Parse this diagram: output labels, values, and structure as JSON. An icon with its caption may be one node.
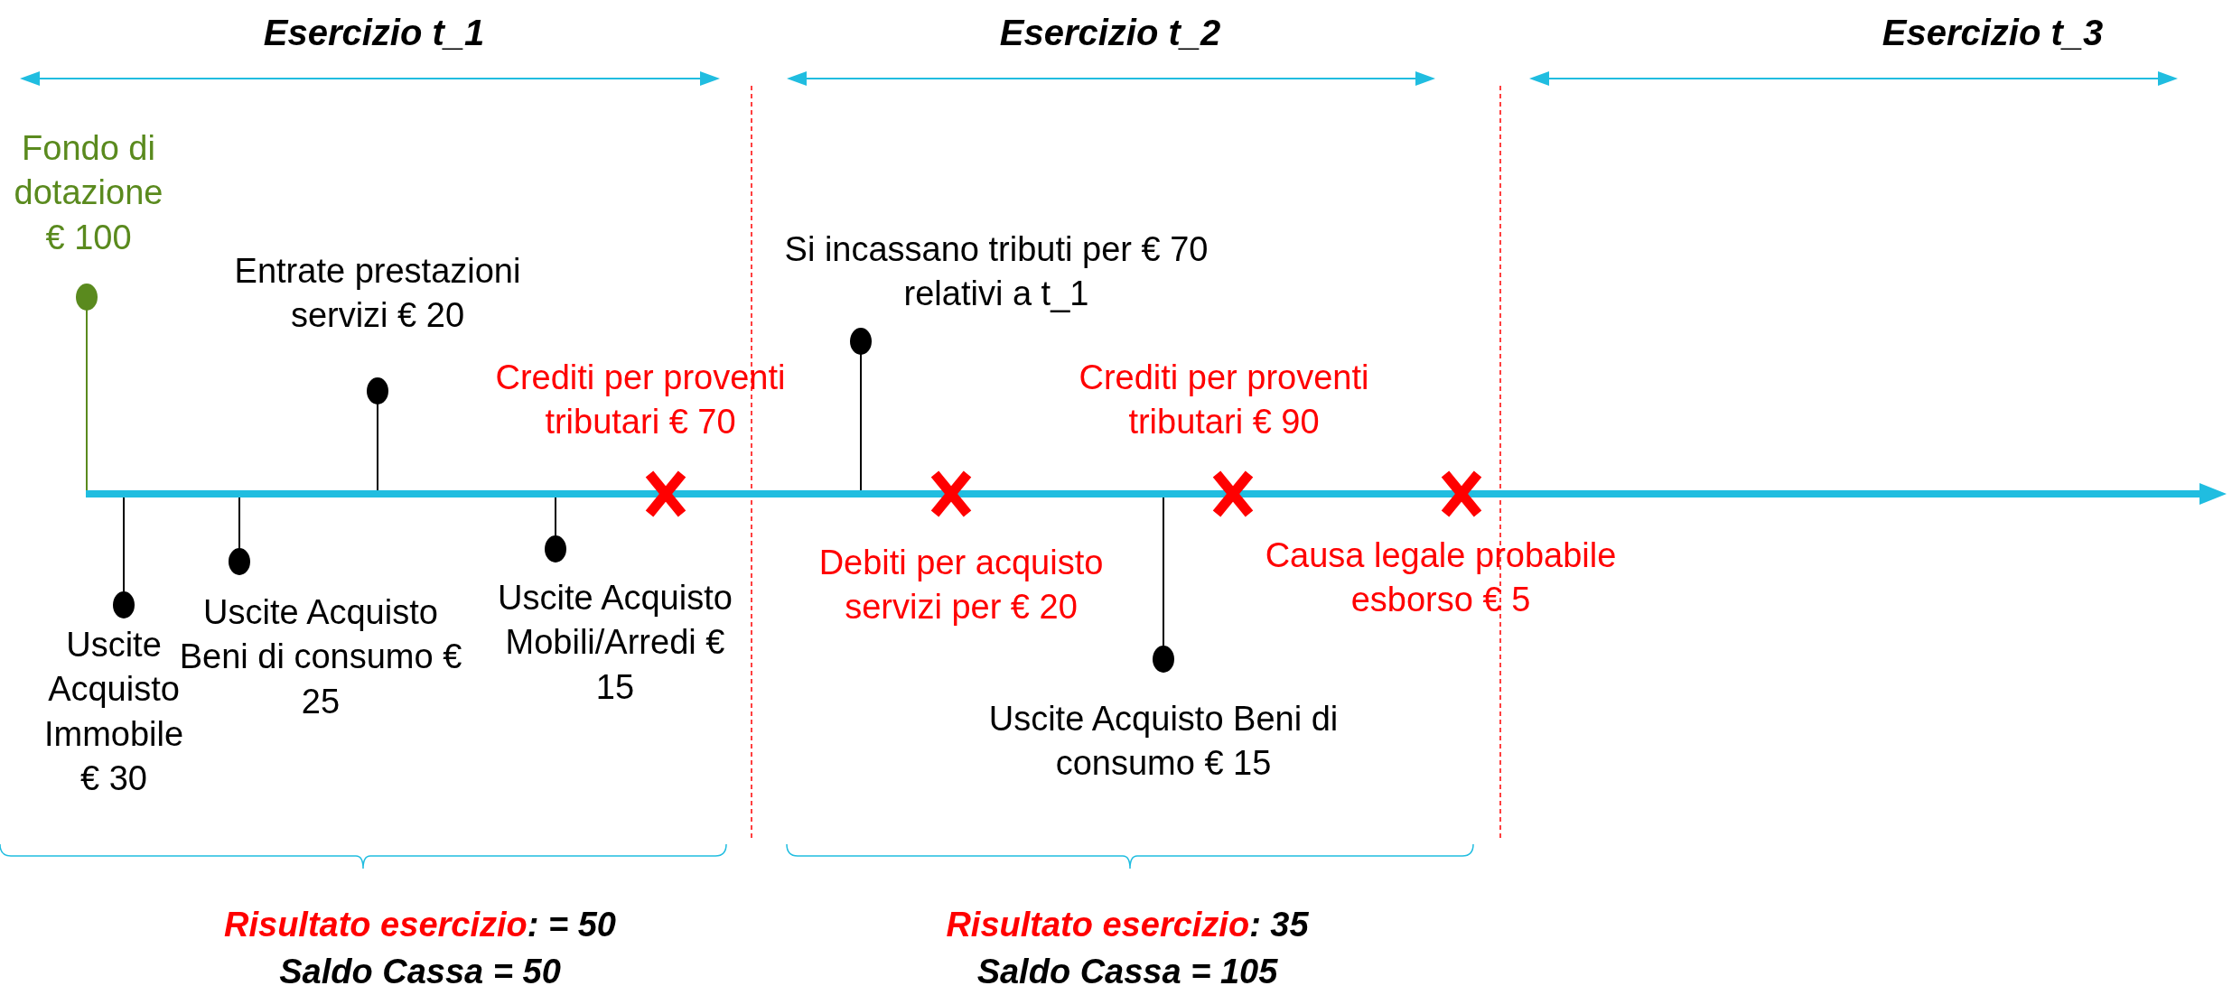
{
  "diagram": {
    "labels": [
      "Esercizio t_1",
      "Esercizio t_2",
      "Esercizio t_3",
      "Fondo di dotazione € 100",
      "Entrate prestazioni servizi € 20",
      "Si incassano tributi per € 70 relativi a t_1",
      "Crediti per proventi tributari € 70",
      "Crediti per proventi tributari € 90",
      "Uscite Acquisto Immobile € 30",
      "Uscite Acquisto Beni di consumo € 25",
      "Uscite Acquisto Mobili/Arredi € 15",
      "Debiti per acquisto servizi per € 20",
      "Causa legale probabile esborso € 5",
      "Uscite Acquisto Beni di consumo € 15",
      "Risultato esercizio",
      ": = 50",
      "Saldo Cassa = 50",
      "Risultato esercizio",
      ": 35",
      "Saldo Cassa = 105"
    ]
  }
}
